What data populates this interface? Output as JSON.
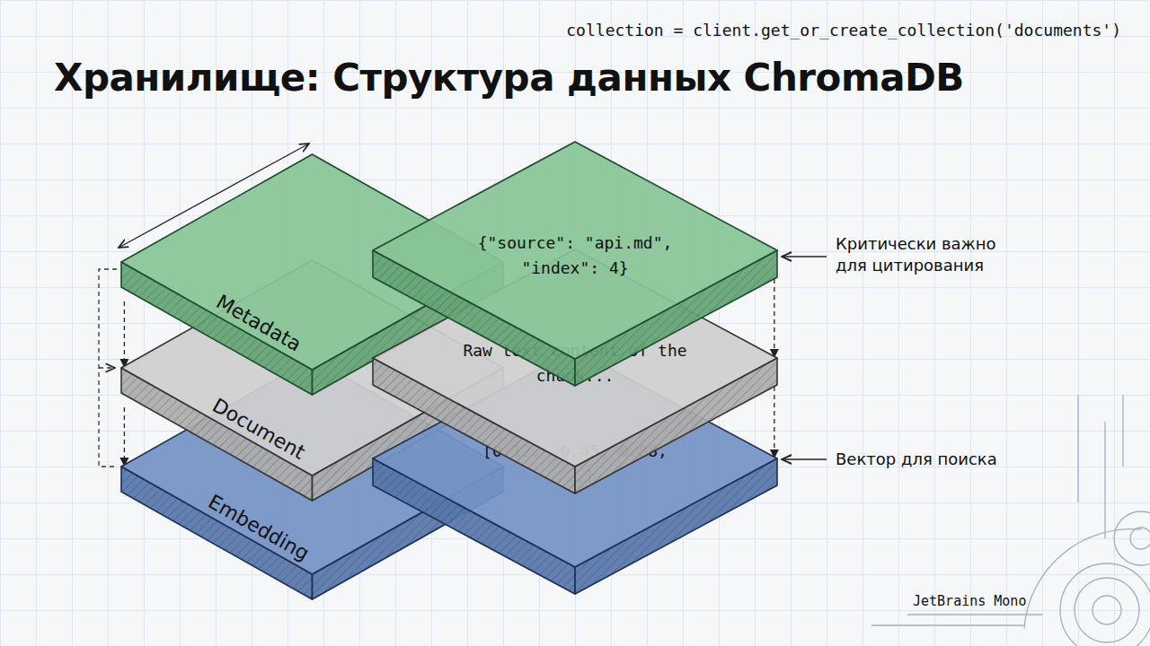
{
  "diagram": {
    "title": "Хранилище: Структура данных ChromaDB",
    "nodes": [
      {
        "text": [
          "Metadata"
        ]
      },
      {
        "text": [
          "Document"
        ]
      },
      {
        "text": [
          "Embedding"
        ]
      },
      {
        "text": [
          "{\"source\": \"api.md\", \"index\": 4}"
        ]
      },
      {
        "text": [
          "Raw text content of the chunk..."
        ]
      },
      {
        "text": [
          "[0.12, -0.45, 0.88, ...]"
        ]
      }
    ],
    "edges": [
      {
        "from": 0,
        "to": 1,
        "arrow": "to"
      },
      {
        "from": 1,
        "to": 2,
        "arrow": "to"
      },
      {
        "from": 3,
        "to": 4,
        "arrow": "to"
      },
      {
        "from": 4,
        "to": 5,
        "arrow": "to"
      }
    ],
    "labels": [
      "collection = client.get_or_create_collection('documents')",
      "Критически важно для цитирования",
      "Вектор для поиска",
      "JetBrains Mono"
    ]
  }
}
